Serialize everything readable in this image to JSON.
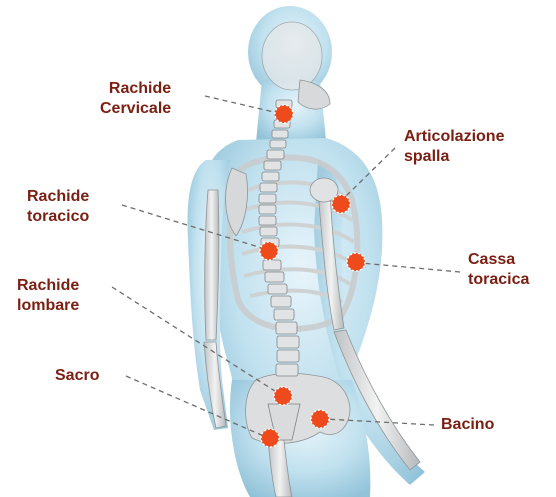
{
  "colors": {
    "label_text": "#7a1f12",
    "marker_fill": "#ee4a1c",
    "marker_ring": "#ffffff",
    "leader_line": "#6d6d6d",
    "body_glass": "#a9d7ea",
    "bone": "#d9dadb",
    "background": "#ffffff"
  },
  "labels": {
    "cervicale": {
      "line1": "Rachide",
      "line2": "Cervicale"
    },
    "spalla": {
      "line1": "Articolazione",
      "line2": "spalla"
    },
    "toracico": {
      "line1": "Rachide",
      "line2": "toracico"
    },
    "cassa": {
      "line1": "Cassa",
      "line2": "toracica"
    },
    "lombare": {
      "line1": "Rachide",
      "line2": "lombare"
    },
    "sacro": {
      "line1": "Sacro"
    },
    "bacino": {
      "line1": "Bacino"
    }
  }
}
